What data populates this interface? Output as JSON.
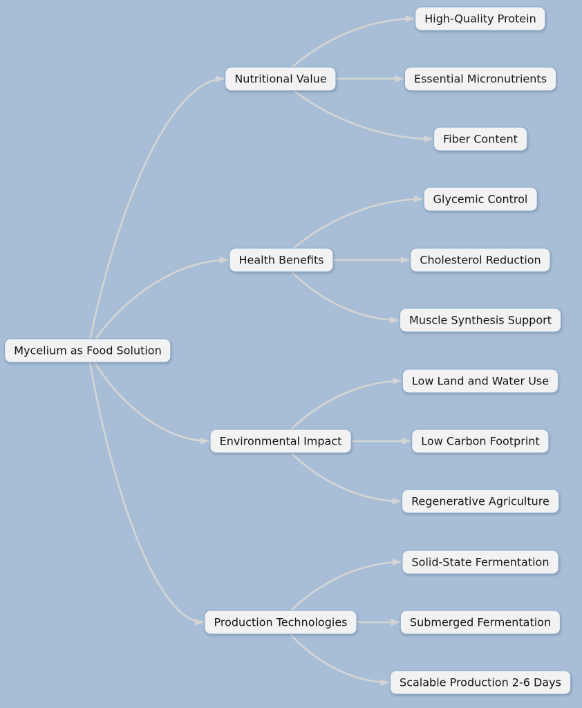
{
  "colors": {
    "background": "#a8bed6",
    "node_fill": "#f2f2f2",
    "node_border": "#89add0",
    "edge": "#d5d5d5",
    "text": "#141414"
  },
  "mindmap": {
    "root": "Mycelium as Food Solution",
    "branches": [
      {
        "label": "Nutritional Value",
        "children": [
          "High-Quality Protein",
          "Essential Micronutrients",
          "Fiber Content"
        ]
      },
      {
        "label": "Health Benefits",
        "children": [
          "Glycemic Control",
          "Cholesterol Reduction",
          "Muscle Synthesis Support"
        ]
      },
      {
        "label": "Environmental Impact",
        "children": [
          "Low Land and Water Use",
          "Low Carbon Footprint",
          "Regenerative Agriculture"
        ]
      },
      {
        "label": "Production Technologies",
        "children": [
          "Solid-State Fermentation",
          "Submerged Fermentation",
          "Scalable Production 2-6 Days"
        ]
      }
    ]
  }
}
